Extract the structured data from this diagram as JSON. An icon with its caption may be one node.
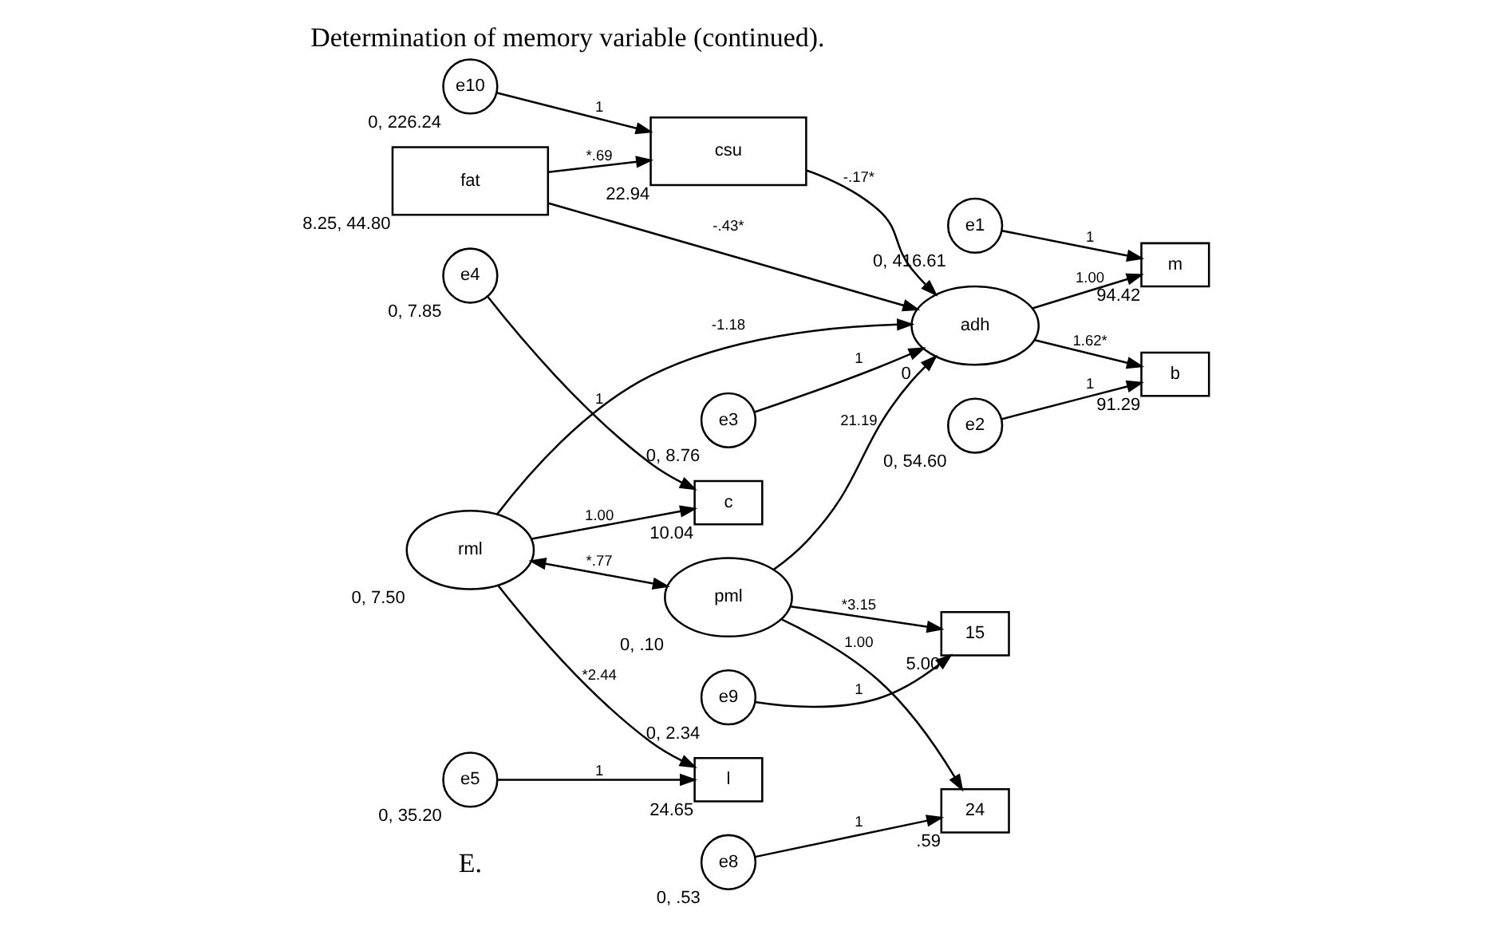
{
  "diagram": {
    "title": "Determination of memory variable (continued).",
    "nodes": [
      {
        "text": [
          "fat"
        ],
        "beside": [
          "8.25, 44.80"
        ]
      },
      {
        "text": [
          "csu"
        ],
        "beside": [
          "22.94"
        ]
      },
      {
        "text": [
          "e10"
        ],
        "beside": [
          "0, 226.24"
        ]
      },
      {
        "text": [
          "adh"
        ],
        "beside": [
          "0"
        ]
      },
      {
        "text": [
          "e1"
        ],
        "beside": [
          "0, 416.61"
        ]
      },
      {
        "text": [
          "e2"
        ],
        "beside": [
          "0, 54.60"
        ]
      },
      {
        "text": [
          "m"
        ],
        "beside": [
          "94.42"
        ]
      },
      {
        "text": [
          "b"
        ],
        "beside": [
          "91.29"
        ]
      },
      {
        "text": [
          "e3"
        ],
        "beside": [
          "0, 8.76"
        ]
      },
      {
        "text": [
          "rml"
        ],
        "beside": [
          "0, 7.50"
        ]
      },
      {
        "text": [
          "pml"
        ],
        "beside": [
          "0, .10"
        ]
      },
      {
        "text": [
          "l"
        ],
        "beside": [
          "24.65"
        ]
      },
      {
        "text": [
          "c"
        ],
        "beside": [
          "10.04"
        ]
      },
      {
        "text": [
          "15"
        ],
        "beside": [
          "5.00"
        ]
      },
      {
        "text": [
          "24"
        ],
        "beside": [
          ".59"
        ]
      },
      {
        "text": [
          "e5"
        ],
        "beside": [
          "0, 35.20"
        ]
      },
      {
        "text": [
          "e4"
        ],
        "beside": [
          "0, 7.85"
        ]
      },
      {
        "text": [
          "e9"
        ],
        "beside": [
          "0, 2.34"
        ]
      },
      {
        "text": [
          "e8"
        ],
        "beside": [
          "0, .53"
        ]
      }
    ],
    "edges": [
      {
        "from": 0,
        "to": 1,
        "arrow": "to",
        "label": "*.69"
      },
      {
        "from": 0,
        "to": 3,
        "arrow": "to",
        "label": "-.43*"
      },
      {
        "from": 1,
        "to": 3,
        "arrow": "to",
        "label": "-.17*"
      },
      {
        "from": 2,
        "to": 1,
        "arrow": "to",
        "label": "1"
      },
      {
        "from": 4,
        "to": 6,
        "arrow": "to",
        "label": "1"
      },
      {
        "from": 5,
        "to": 7,
        "arrow": "to",
        "label": "1"
      },
      {
        "from": 3,
        "to": 6,
        "arrow": "to",
        "label": "1.00"
      },
      {
        "from": 3,
        "to": 7,
        "arrow": "to",
        "label": "1.62*"
      },
      {
        "from": 8,
        "to": 3,
        "arrow": "to",
        "label": "1"
      },
      {
        "from": 9,
        "to": 3,
        "arrow": "to",
        "label": "-1.18"
      },
      {
        "from": 10,
        "to": 3,
        "arrow": "to",
        "label": "21.19"
      },
      {
        "from": 9,
        "to": 10,
        "arrow": "both",
        "label": "*.77"
      },
      {
        "from": 9,
        "to": 11,
        "arrow": "to",
        "label": "*2.44"
      },
      {
        "from": 9,
        "to": 12,
        "arrow": "to",
        "label": "1.00"
      },
      {
        "from": 10,
        "to": 13,
        "arrow": "to",
        "label": "*3.15"
      },
      {
        "from": 10,
        "to": 14,
        "arrow": "to",
        "label": "1.00"
      },
      {
        "from": 15,
        "to": 11,
        "arrow": "to",
        "label": "1"
      },
      {
        "from": 16,
        "to": 12,
        "arrow": "to",
        "label": "1"
      },
      {
        "from": 17,
        "to": 13,
        "arrow": "to",
        "label": "1"
      },
      {
        "from": 18,
        "to": 14,
        "arrow": "to",
        "label": "1"
      }
    ],
    "labels": [
      "E."
    ]
  }
}
